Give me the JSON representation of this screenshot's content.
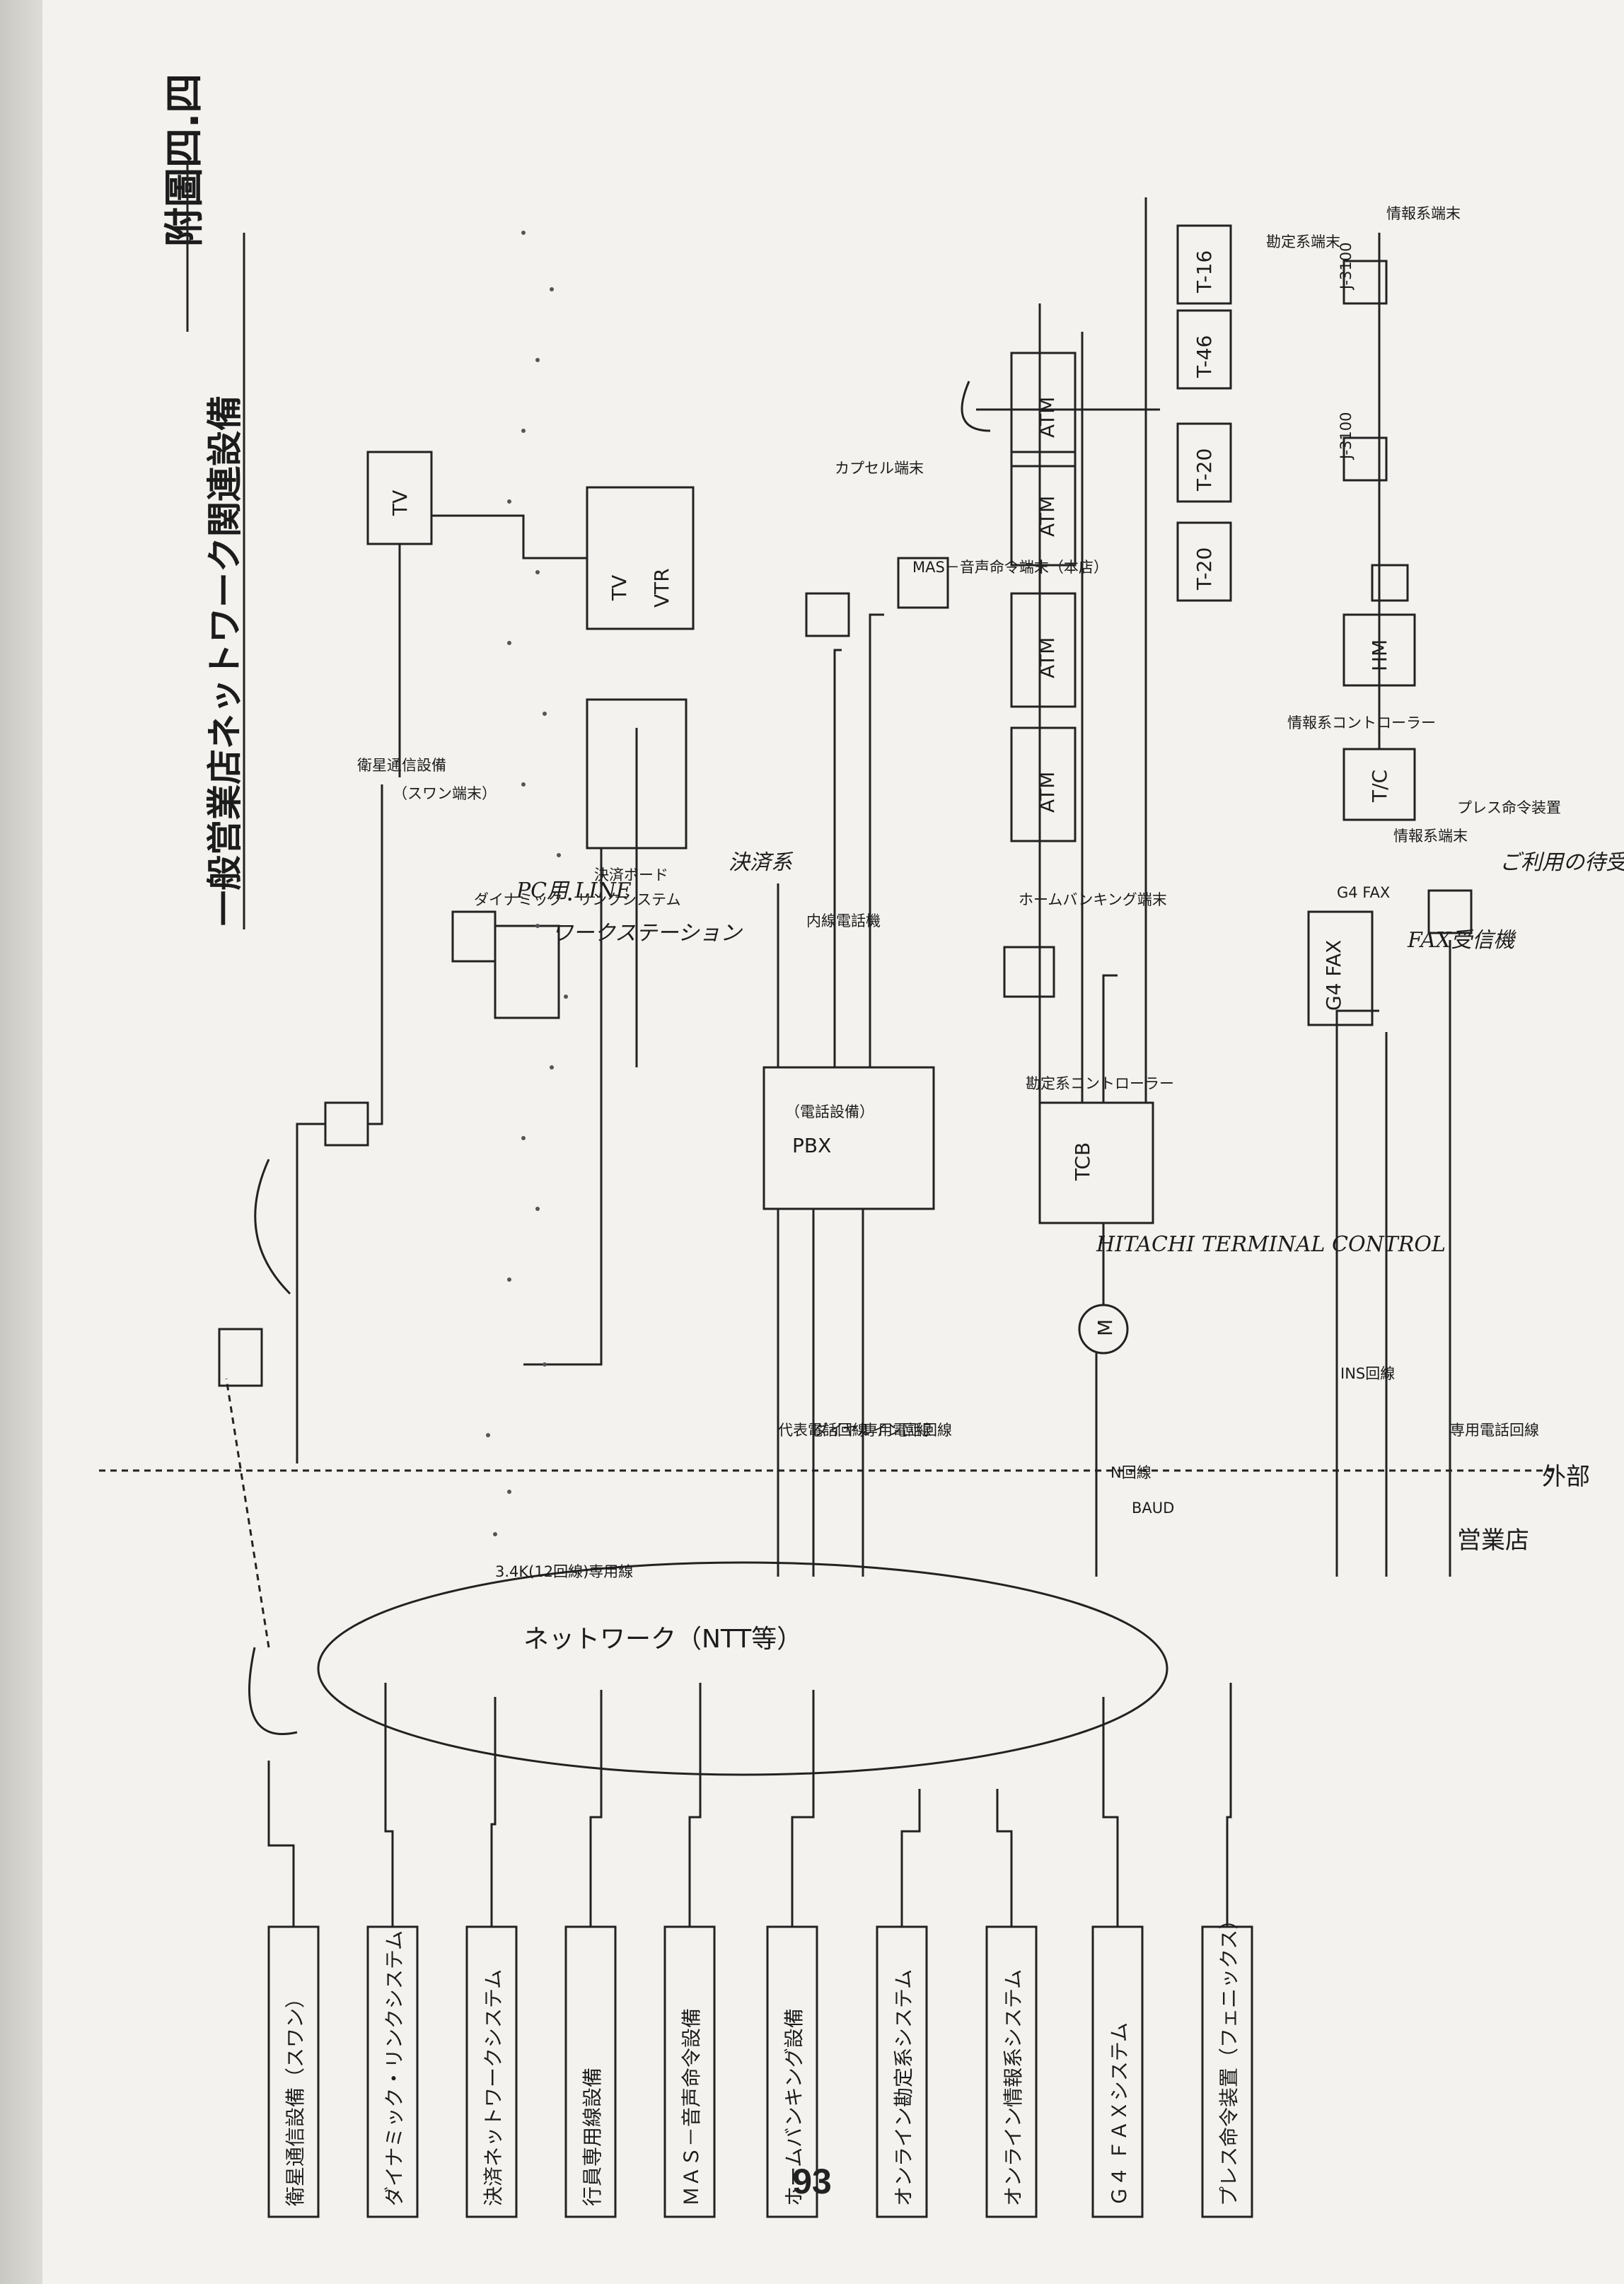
{
  "figure_label": "附圖四.四",
  "title": "一般営業店ネットワーク関連設備",
  "page_number": "93",
  "network_cloud": "ネットワーク（NTT等）",
  "left_systems": [
    "衛星通信設備（スワン）",
    "ダイナミック・リンクシステム",
    "決済ネットワークシステム",
    "行員専用線設備",
    "ＭＡＳ－音声命令設備",
    "ホームバンキング設備",
    "オンライン勘定系システム",
    "オンライン情報系システム",
    "Ｇ４ ＦＡＸシステム",
    "プレス命令装置（フェニックス）"
  ],
  "line_labels": {
    "leased_64k": "3.4K(12回線)専用線",
    "private_line_1": "代表電話回線",
    "private_line_2": "ダイヤルイン回線",
    "private_line_3": "専用電話回線",
    "wire_1": "N回線",
    "wire_2": "BAUD",
    "isdn": "INS回線",
    "private_line_4": "専用電話回線"
  },
  "equipment": {
    "satellite": "衛星通信設備",
    "satellite_sub": "（スワン端末）",
    "tv": "TV",
    "vtr": "VTR",
    "dealing_terminal": "ダイナミック・リンクシステム",
    "pc_note": "PC用 LINE",
    "pc_note2": "ワークステーション",
    "settlement_board": "決済ボード",
    "annotation_board": "決済系",
    "pbx": "PBX",
    "pbx_sub": "（電話設備）",
    "internal_phone": "内線電話機",
    "capsule_terminal": "カプセル端末",
    "mas_terminal": "MAS－音声命令端末（本店）",
    "home_banking_terminal": "ホームバンキング端末",
    "atm": "ATM",
    "tcb_controller": "勘定系コントローラー",
    "tcb": "TCB",
    "hitachi_note": "HITACHI TERMINAL CONTROL",
    "t20": "T-20",
    "t46": "T-46",
    "t16": "T-16",
    "teller_terminal": "勘定系端末",
    "tc_controller": "情報系コントローラー",
    "tc": "T/C",
    "hm": "HM",
    "hm_note": "情報系端末",
    "j3100_1": "J-3100",
    "j3100_2": "J-3100",
    "info_terminal": "情報系端末",
    "g4fax": "G4 FAX",
    "g4fax_label": "G4 FAX",
    "g4fax_note": "FAX受信機",
    "press_terminal": "プレス命令装置",
    "press_note": "ご利用の待受けのご案内",
    "m": "M"
  },
  "footer_labels": {
    "outside": "外部",
    "inside": "営業店"
  }
}
